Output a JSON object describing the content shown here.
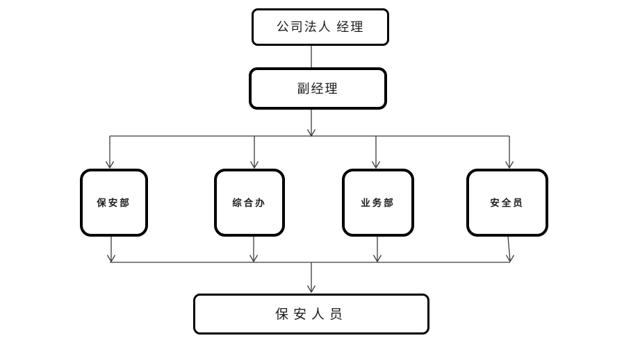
{
  "diagram": {
    "type": "org-chart",
    "background_color": "#ffffff",
    "box_border_color": "#000000",
    "connector_color": "#3a3a3a",
    "text_color": "#1c1c1c",
    "nodes": {
      "ceo": {
        "label": "公司法人 经理"
      },
      "deputy": {
        "label": "副经理"
      },
      "dept1": {
        "label": "保安部"
      },
      "dept2": {
        "label": "综合办"
      },
      "dept3": {
        "label": "业务部"
      },
      "dept4": {
        "label": "安全员"
      },
      "staff": {
        "label": "保安人员"
      }
    },
    "edges": [
      {
        "from": "公司法人 经理",
        "to": "副经理"
      },
      {
        "from": "副经理",
        "to": "保安部"
      },
      {
        "from": "副经理",
        "to": "综合办"
      },
      {
        "from": "副经理",
        "to": "业务部"
      },
      {
        "from": "副经理",
        "to": "安全员"
      },
      {
        "from": "保安部",
        "to": "保安人员"
      },
      {
        "from": "综合办",
        "to": "保安人员"
      },
      {
        "from": "业务部",
        "to": "保安人员"
      },
      {
        "from": "安全员",
        "to": "保安人员"
      }
    ]
  }
}
